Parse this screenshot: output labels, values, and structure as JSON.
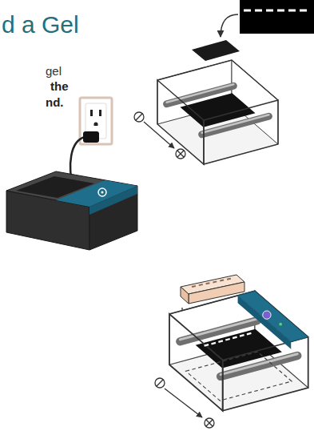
{
  "diagram": {
    "title": "d a Gel",
    "labels": [
      "gel",
      "the",
      "nd."
    ]
  }
}
